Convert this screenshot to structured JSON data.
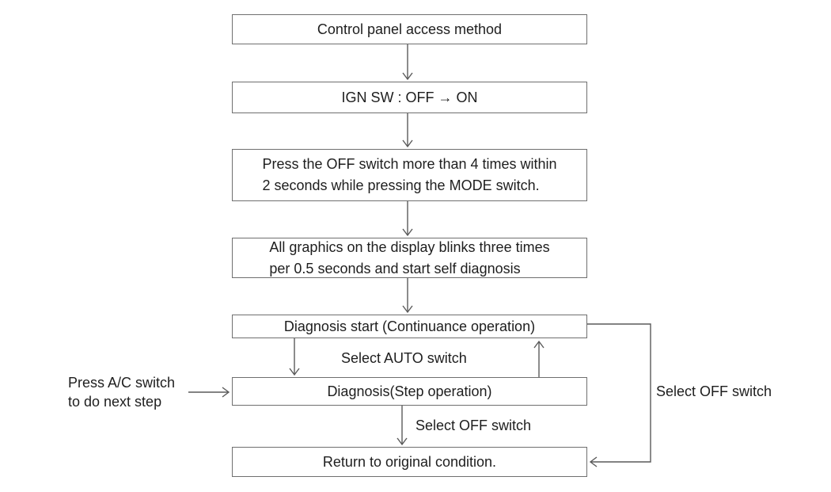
{
  "diagram": {
    "nodes": [
      {
        "label": "Control panel access method"
      },
      {
        "label": "IGN SW : OFF → ON"
      },
      {
        "lines": [
          "Press the OFF switch more than 4 times within",
          "2 seconds while pressing the MODE switch."
        ]
      },
      {
        "lines": [
          "All graphics on the display blinks three times",
          "per 0.5 seconds and start self diagnosis"
        ]
      },
      {
        "label": "Diagnosis start (Continuance operation)"
      },
      {
        "label": "Diagnosis(Step operation)"
      },
      {
        "label": "Return to original condition."
      }
    ],
    "edge_labels": {
      "select_auto": "Select AUTO switch",
      "select_off_step": "Select OFF switch",
      "select_off_return": "Select OFF switch",
      "press_ac": [
        "Press A/C switch",
        "to do next step"
      ]
    },
    "colors": {
      "background": "#ffffff",
      "box_border": "#6f6f6f",
      "connector": "#5a5a5a",
      "text": "#1e1e1e"
    }
  }
}
